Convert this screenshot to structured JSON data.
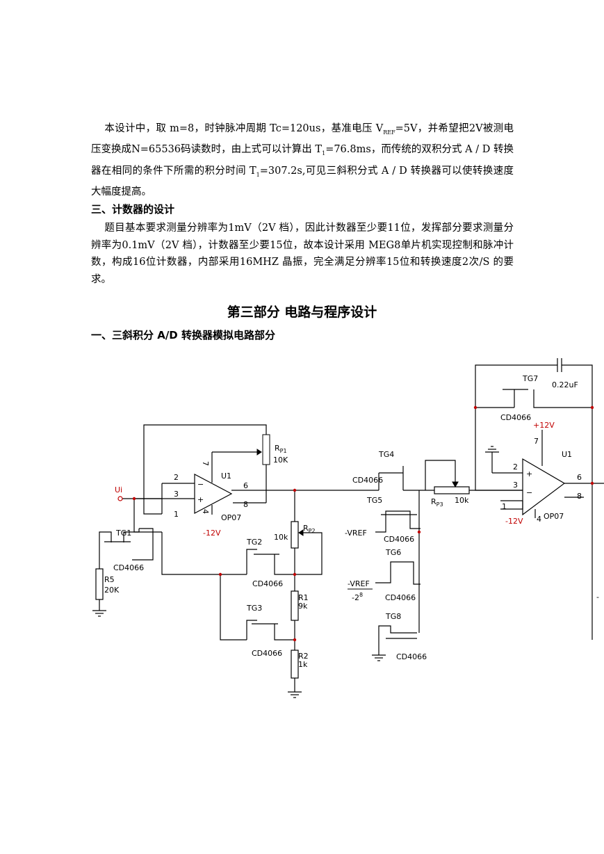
{
  "paragraph1": {
    "s1": "本设计中，取 m=8，时钟脉冲周期 Tc=120us，基准电压 V",
    "sub1": "REF",
    "s2": "=5V，并希望把2V被测电压变换成N=65536码读数时，由上式可以计算出 T",
    "sub2": "1",
    "s3": "=76.8ms，而传统的双积分式 A / D 转换器在相同的条件下所需的积分时间 T",
    "sub3": "1",
    "s4": "=307.2s,可见三斜积分式 A / D 转换器可以使转换速度大幅度提高。"
  },
  "section3": {
    "heading": "三、计数器的设计",
    "text": "题目基本要求测量分辨率为1mV（2V 档），因此计数器至少要11位，发挥部分要求测量分辨率为0.1mV（2V 档），计数器至少要15位，故本设计采用 MEG8单片机实现控制和脉冲计数，构成16位计数器，内部采用16MHZ 晶振，完全满足分辨率15位和转换速度2次/S 的要求。"
  },
  "part3": {
    "title": "第三部分  电路与程序设计"
  },
  "section1": {
    "heading": "一、三斜积分 A/D 转换器模拟电路部分"
  },
  "circuit": {
    "ui": "Ui",
    "u1a": "U1",
    "op07a": "OP07",
    "u1b": "U1",
    "op07b": "OP07",
    "pin2": "2",
    "pin3": "3",
    "pin1": "1",
    "pin6": "6",
    "pin8": "8",
    "pin7": "7",
    "pin4": "4",
    "pin2b": "2",
    "pin3b": "3",
    "pin1b": "1",
    "pin6b": "6",
    "pin8b": "8",
    "pin7b": "7",
    "pin4b": "4",
    "neg12a": "-12V",
    "pos12": "+12V",
    "neg12b": "-12V",
    "rp1": "R",
    "rp1sub": "P1",
    "rp1val": "10K",
    "rp2": "R",
    "rp2sub": "P2",
    "rp2val": "10k",
    "rp3": "R",
    "rp3sub": "P3",
    "rp3val": "10k",
    "r1": "R1",
    "r1val": "9k",
    "r2": "R2",
    "r2val": "1k",
    "r5": "R5",
    "r5val": "20K",
    "tg1": "TG1",
    "tg2": "TG2",
    "tg3": "TG3",
    "tg4": "TG4",
    "tg5": "TG5",
    "tg6": "TG6",
    "tg7": "TG7",
    "tg8": "TG8",
    "cd1": "CD4066",
    "cd2": "CD4066",
    "cd3": "CD4066",
    "cd4": "CD4066",
    "cd5": "CD4066",
    "cd6": "CD4066",
    "cd7": "CD4066",
    "cd8": "CD4066",
    "vref1": "-VREF",
    "vref2": "-VREF",
    "vref2den": "-2",
    "vref2exp": "8",
    "cap": "0.22uF",
    "plus": "+",
    "minus": "−",
    "plusb": "+",
    "minusb": "−",
    "dash": "-"
  }
}
